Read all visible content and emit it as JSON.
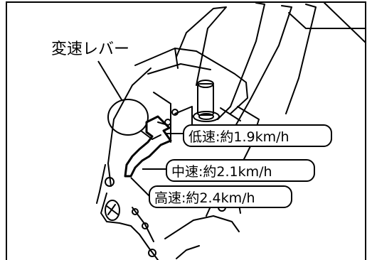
{
  "labels": {
    "lever": "変速レバー",
    "low": "低速:約1.9km/h",
    "mid": "中速:約2.1km/h",
    "high": "高速:約2.4km/h"
  }
}
